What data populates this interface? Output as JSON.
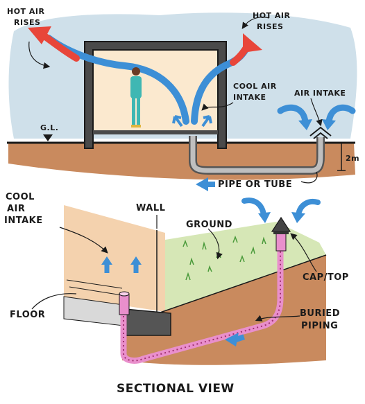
{
  "top": {
    "hot_air_left": [
      "HOT AIR",
      "RISES"
    ],
    "hot_air_right": [
      "HOT AIR",
      "RISES"
    ],
    "cool_air_intake": [
      "COOL AIR",
      "INTAKE"
    ],
    "air_intake": "AIR INTAKE",
    "ground_level": "G.L.",
    "depth": "2m",
    "pipe": "PIPE OR TUBE"
  },
  "bottom": {
    "cool_air_intake": [
      "COOL",
      "AIR",
      "INTAKE"
    ],
    "wall": "WALL",
    "ground": "GROUND",
    "floor": "FLOOR",
    "cap": "CAP/TOP",
    "buried_piping": [
      "BURIED",
      "PIPING"
    ]
  },
  "caption": "SECTIONAL VIEW",
  "colors": {
    "sky": "#cfe0ea",
    "soil": "#c98a5e",
    "interior": "#fbe9cf",
    "cool_air": "#3d8fd6",
    "hot_air": "#e8463a",
    "pipe": "#e98fcc",
    "grass": "#d6e7b6"
  }
}
